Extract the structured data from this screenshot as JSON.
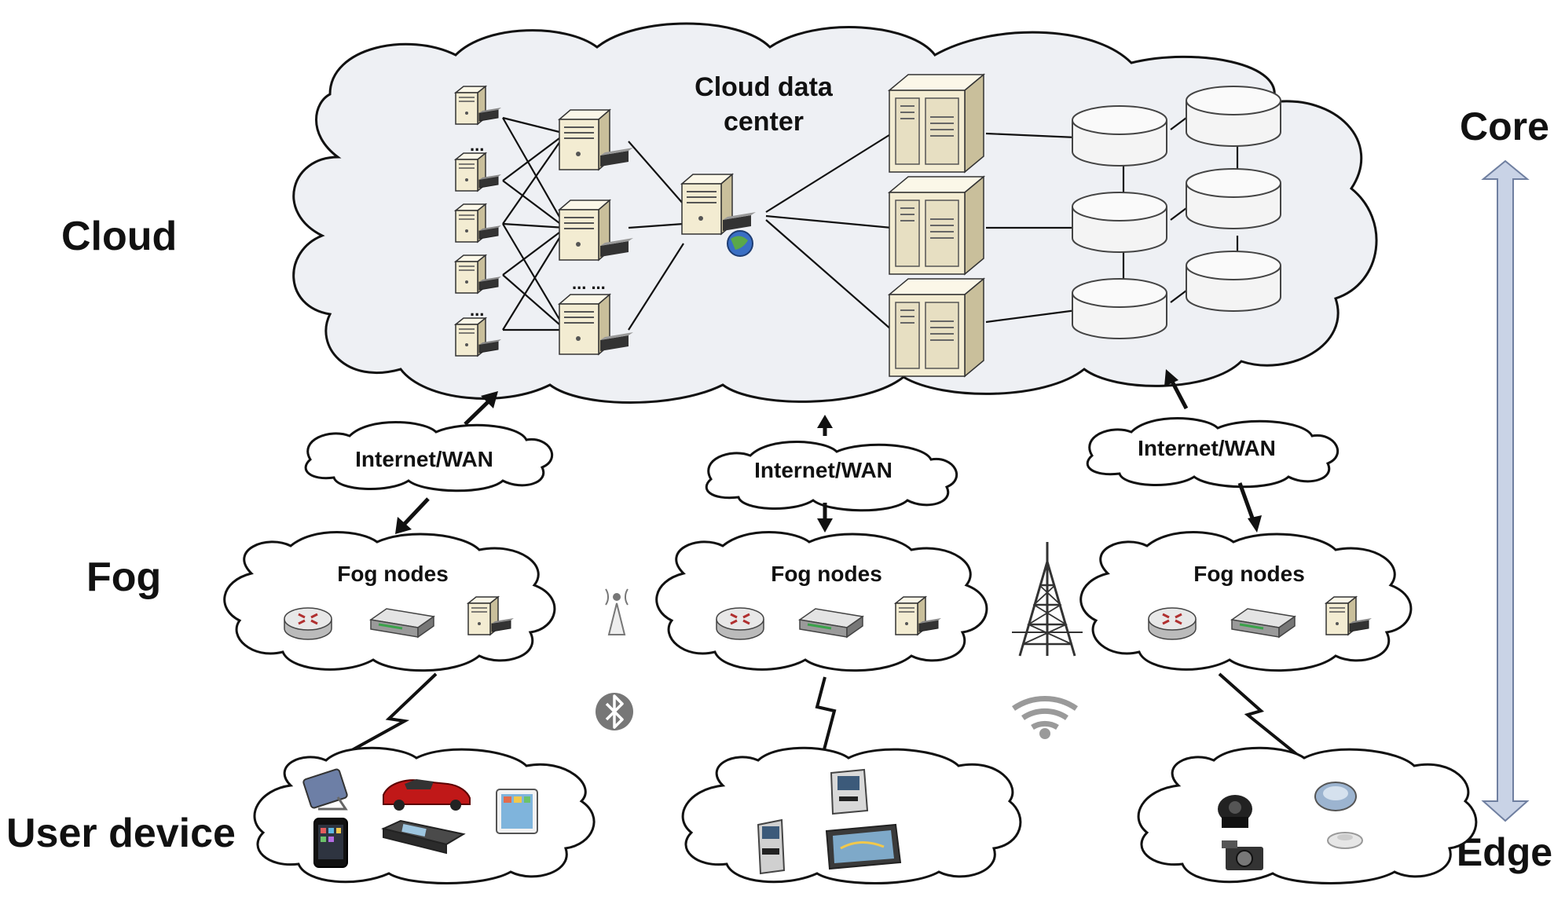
{
  "layers": {
    "cloud": "Cloud",
    "fog": "Fog",
    "user_device": "User device"
  },
  "cloud": {
    "title_line1": "Cloud data",
    "title_line2": "center",
    "dots_small": "...",
    "dots_wide": "... ..."
  },
  "wan": {
    "left": "Internet/WAN",
    "middle": "Internet/WAN",
    "right": "Internet/WAN"
  },
  "fog": {
    "left": "Fog nodes",
    "middle": "Fog nodes",
    "right": "Fog nodes"
  },
  "axis": {
    "top": "Core",
    "bottom": "Edge"
  },
  "icons": {
    "cloud_servers": "server-icon",
    "databases": "database-icon",
    "router": "router-icon",
    "switch": "switch-icon",
    "antenna": "antenna-icon",
    "bluetooth": "bluetooth-icon",
    "cell_tower": "cell-tower-icon",
    "wifi": "wifi-icon"
  },
  "colors": {
    "cloud_fill": "#eef0f4",
    "axis_arrow": "#c9d3e6",
    "server_beige": "#f3ecd2"
  }
}
